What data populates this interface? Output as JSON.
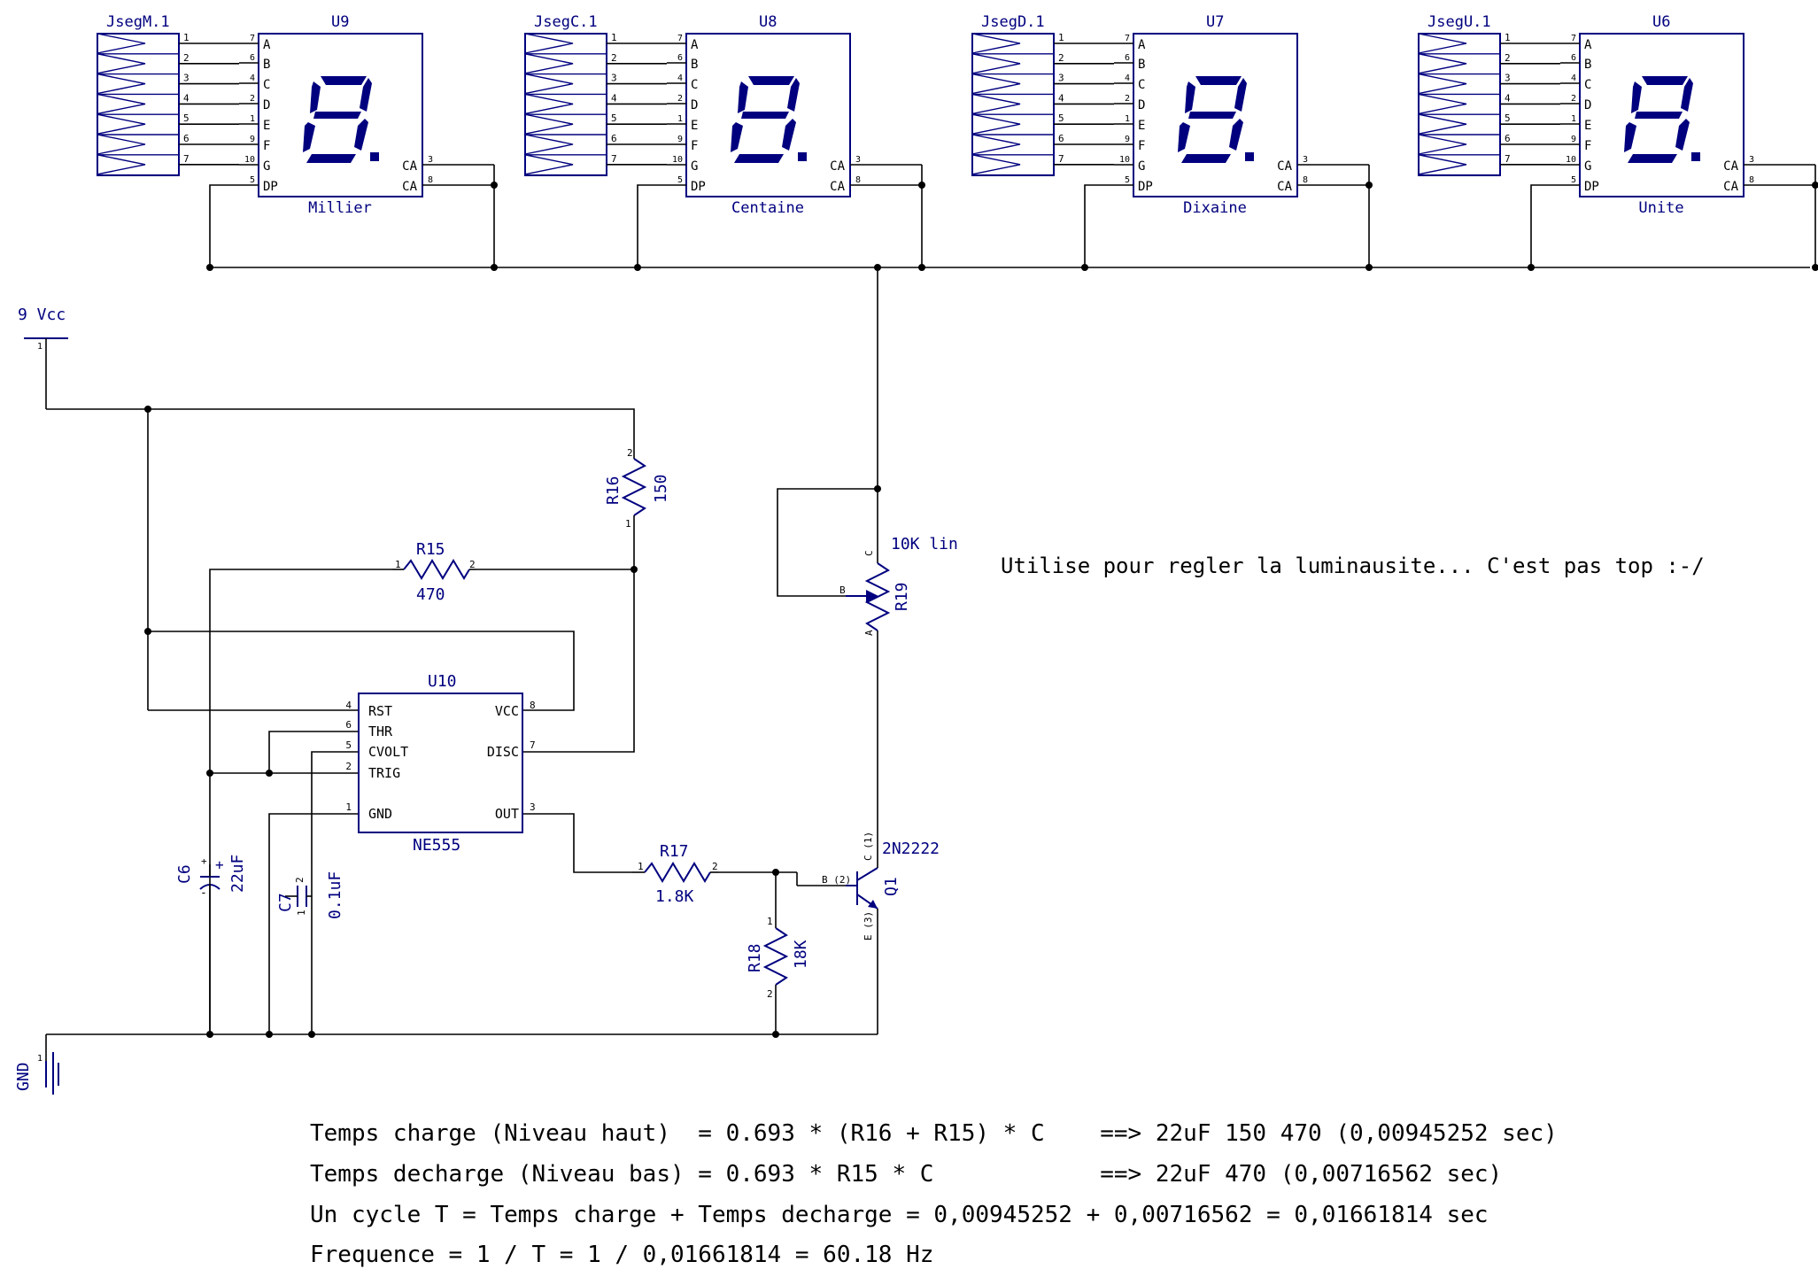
{
  "colors": {
    "wire": "#000000",
    "component": "#00007f",
    "background": "#ffffff"
  },
  "displays": [
    {
      "connector": "JsegM.1",
      "ref": "U9",
      "name": "Millier"
    },
    {
      "connector": "JsegC.1",
      "ref": "U8",
      "name": "Centaine"
    },
    {
      "connector": "JsegD.1",
      "ref": "U7",
      "name": "Dixaine"
    },
    {
      "connector": "JsegU.1",
      "ref": "U6",
      "name": "Unite"
    }
  ],
  "display_pins": {
    "left_labels": [
      "A",
      "B",
      "C",
      "D",
      "E",
      "F",
      "G",
      "DP"
    ],
    "left_numbers": [
      "7",
      "6",
      "4",
      "2",
      "1",
      "9",
      "10",
      "5"
    ],
    "right_labels": [
      "CA",
      "CA"
    ],
    "right_numbers": [
      "3",
      "8"
    ],
    "connector_numbers": [
      "1",
      "2",
      "3",
      "4",
      "5",
      "6",
      "7"
    ]
  },
  "power": {
    "vcc": "9 Vcc",
    "vcc_pin": "1",
    "gnd": "GND",
    "gnd_pin": "1"
  },
  "timer": {
    "ref": "U10",
    "part": "NE555",
    "pins_left": [
      {
        "num": "4",
        "label": "RST"
      },
      {
        "num": "6",
        "label": "THR"
      },
      {
        "num": "5",
        "label": "CVOLT"
      },
      {
        "num": "2",
        "label": "TRIG"
      },
      {
        "num": "1",
        "label": "GND"
      }
    ],
    "pins_right": [
      {
        "num": "8",
        "label": "VCC"
      },
      {
        "num": "7",
        "label": "DISC"
      },
      {
        "num": "3",
        "label": "OUT"
      }
    ]
  },
  "resistors": {
    "R15": {
      "ref": "R15",
      "value": "470",
      "p1": "1",
      "p2": "2"
    },
    "R16": {
      "ref": "R16",
      "value": "150",
      "p1": "1",
      "p2": "2"
    },
    "R17": {
      "ref": "R17",
      "value": "1.8K",
      "p1": "1",
      "p2": "2"
    },
    "R18": {
      "ref": "R18",
      "value": "18K",
      "p1": "1",
      "p2": "2"
    }
  },
  "capacitors": {
    "C6": {
      "ref": "C6",
      "value": "22uF",
      "plus": "+",
      "plus2": "+",
      "minus": "-"
    },
    "C7": {
      "ref": "C7",
      "value": "0.1uF",
      "p1": "1",
      "p2": "2"
    }
  },
  "pot": {
    "ref": "R19",
    "value": "10K lin",
    "pin_a": "A",
    "pin_b": "B",
    "pin_c": "C"
  },
  "transistor": {
    "ref": "Q1",
    "part": "2N2222",
    "pin_b": "B (2)",
    "pin_c": "C (1)",
    "pin_e": "E (3)"
  },
  "note": "Utilise pour rеgler la luminausite... C'est pas top :-/",
  "formulas": [
    "Temps charge (Niveau haut)  = 0.693 * (R16 + R15) * C    ==> 22uF 150 470 (0,00945252 sec)",
    "Temps decharge (Niveau bas) = 0.693 * R15 * C            ==> 22uF 470 (0,00716562 sec)",
    "Un cycle T = Temps charge + Temps decharge = 0,00945252 + 0,00716562 = 0,01661814 sec",
    "Frequence = 1 / T = 1 / 0,01661814 = 60.18 Hz"
  ]
}
